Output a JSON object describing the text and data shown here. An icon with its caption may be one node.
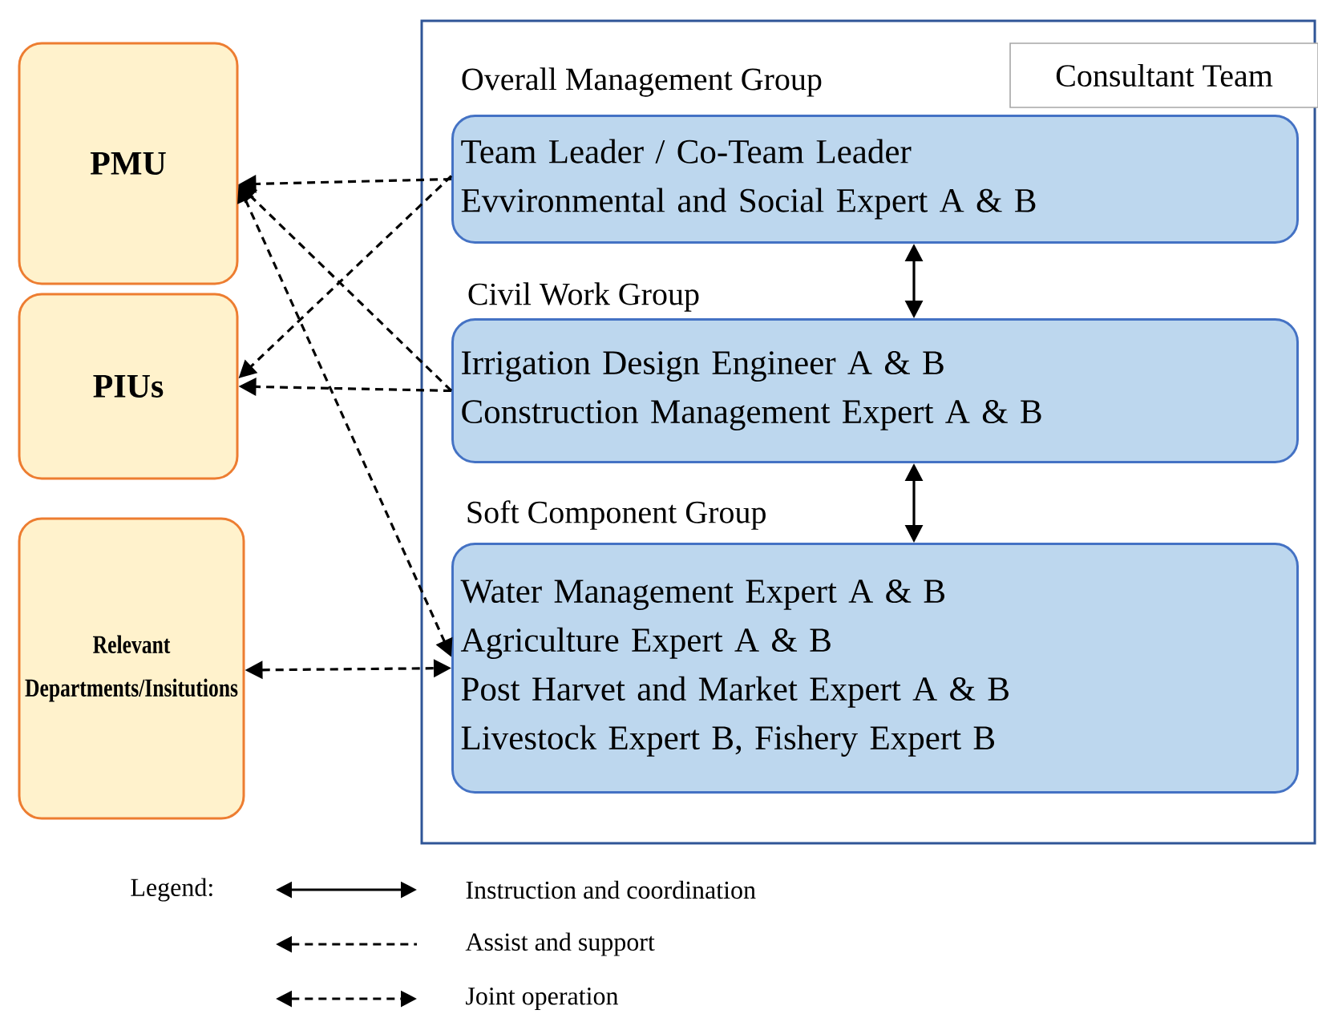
{
  "diagram": {
    "nodes": [
      {
        "text": [
          "PMU"
        ]
      },
      {
        "text": [
          "PIUs"
        ]
      },
      {
        "text": [
          "Relevant Departments/Insitutions"
        ]
      },
      {
        "text": [
          "Consultant Team"
        ]
      },
      {
        "text": [
          "Overall Management Group",
          "Team Leader / Co-Team Leader",
          "Evvironmental and Social Expert A & B"
        ],
        "in": 3
      },
      {
        "text": [
          "Civil Work Group",
          "Irrigation Design Engineer A & B",
          "Construction Management Expert A & B"
        ],
        "in": 3
      },
      {
        "text": [
          "Soft Component Group",
          "Water Management Expert A & B",
          "Agriculture Expert A & B",
          "Post Harvet and Market Expert A & B",
          "Livestock Expert B, Fishery Expert B"
        ],
        "in": 3
      }
    ],
    "edges": [
      {
        "from": 4,
        "to": 0,
        "arrow": "to",
        "style": "dashed"
      },
      {
        "from": 4,
        "to": 1,
        "arrow": "to",
        "style": "dashed"
      },
      {
        "from": 5,
        "to": 0,
        "arrow": "to",
        "style": "dashed"
      },
      {
        "from": 5,
        "to": 1,
        "arrow": "to",
        "style": "dashed"
      },
      {
        "from": 0,
        "to": 6,
        "arrow": "both",
        "style": "dashed"
      },
      {
        "from": 2,
        "to": 6,
        "arrow": "both",
        "style": "dashed"
      },
      {
        "from": 4,
        "to": 5,
        "arrow": "both"
      },
      {
        "from": 5,
        "to": 6,
        "arrow": "both"
      }
    ],
    "labels": [
      "Legend:"
    ],
    "legend": [
      {
        "text": "Instruction and coordination"
      },
      {
        "text": "Assist and support"
      },
      {
        "text": "Joint operation"
      }
    ]
  }
}
